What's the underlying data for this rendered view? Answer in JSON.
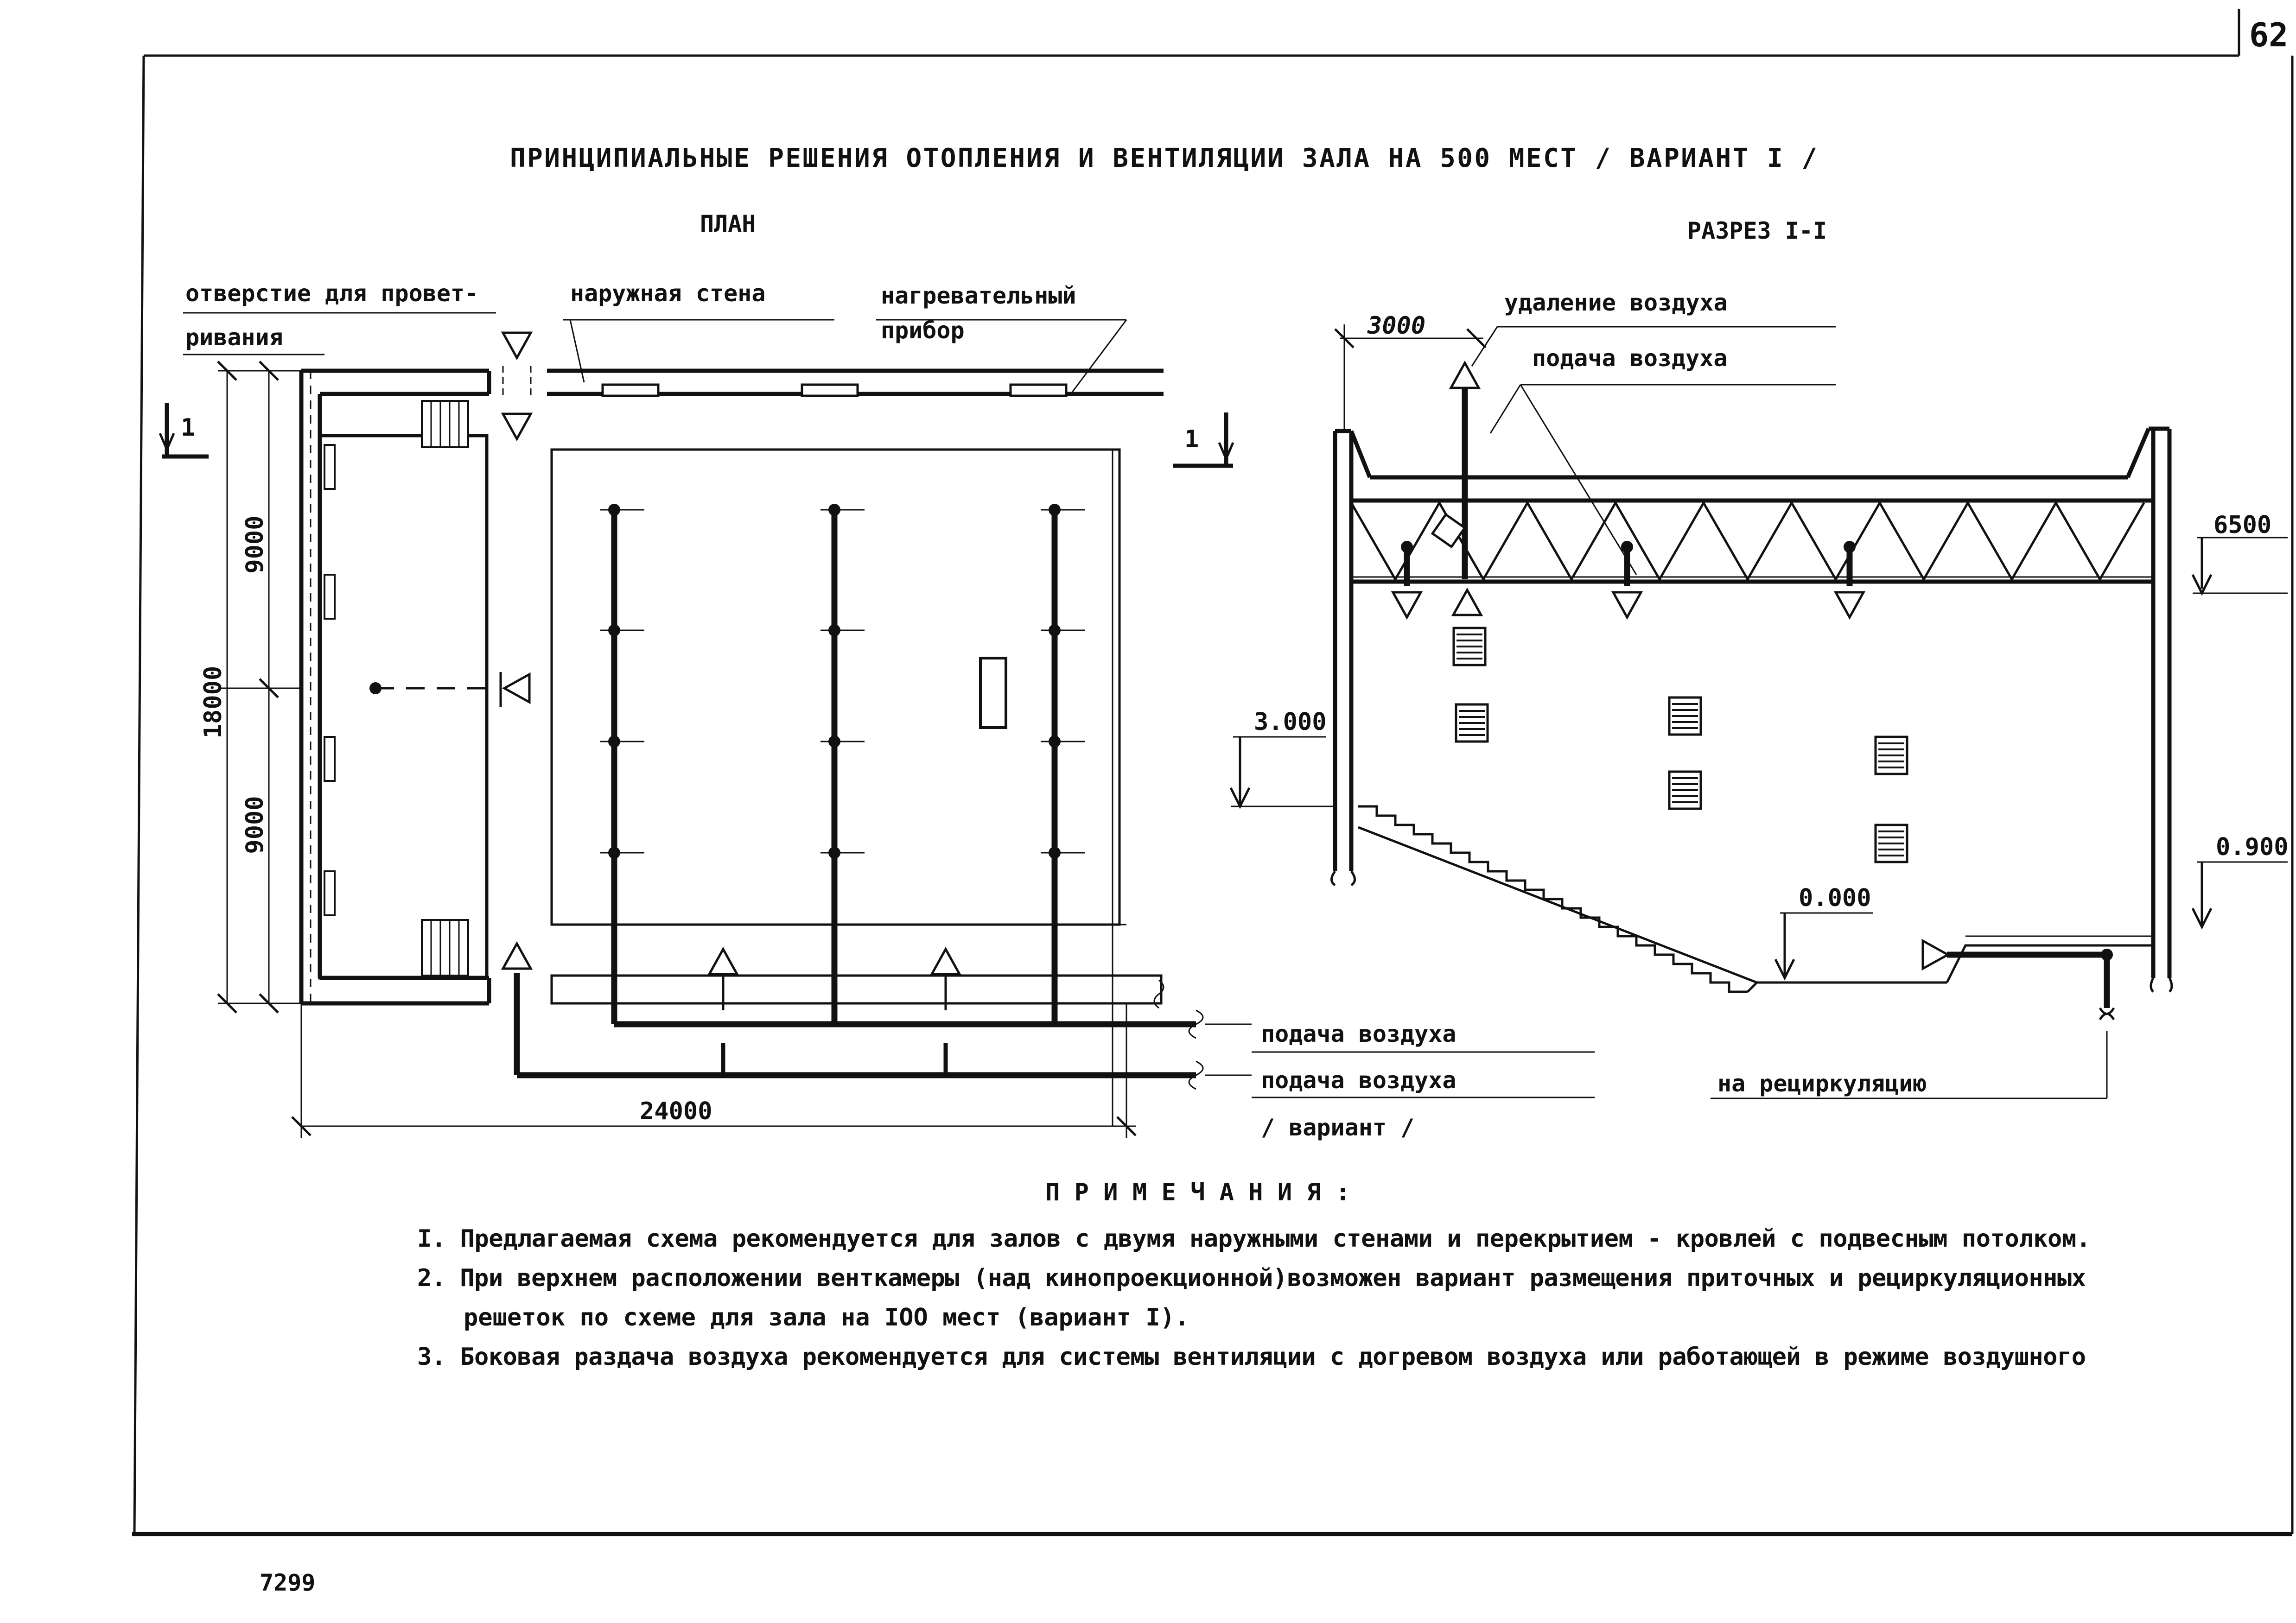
{
  "sheet": {
    "page_number": "62",
    "title": "ПРИНЦИПИАЛЬНЫЕ РЕШЕНИЯ ОТОПЛЕНИЯ И ВЕНТИЛЯЦИИ ЗАЛА НА 500 МЕСТ / ВАРИАНТ I /",
    "footer_mark": "7299"
  },
  "plan": {
    "heading": "ПЛАН",
    "labels": {
      "vent_opening_line1": "отверстие для провет-",
      "vent_opening_line2": "ривания",
      "outer_wall": "наружная стена",
      "heater_line1": "нагревательный",
      "heater_line2": "прибор",
      "supply_air_1": "подача воздуха",
      "supply_air_2": "подача воздуха",
      "variant": "/ вариант /",
      "recirculation": "на рециркуляцию"
    },
    "dimensions": {
      "upper_half": "9000",
      "lower_half": "9000",
      "total_height": "18000",
      "total_width": "24000"
    },
    "section_marks": {
      "left": "1",
      "right": "1"
    }
  },
  "section": {
    "heading": "РАЗРЕЗ I-I",
    "labels": {
      "exhaust_air": "удаление воздуха",
      "supply_air": "подача воздуха"
    },
    "dimensions": {
      "span": "3000",
      "level_ceiling": "6500",
      "level_mid": "3.000",
      "level_right": "0.900",
      "level_floor": "0.000"
    }
  },
  "notes": {
    "heading": "П Р И М Е Ч А Н И Я :",
    "items": [
      "I. Предлагаемая схема рекомендуется для залов с двумя наружными стенами и перекрытием - кровлей с подвесным потолком.",
      "2. При верхнем расположении венткамеры (над кинопроекционной)возможен вариант размещения приточных и рециркуляционных",
      "решеток по схеме для зала на IOO мест (вариант I).",
      "3. Боковая раздача воздуха рекомендуется для системы вентиляции с догревом воздуха или работающей в режиме воздушного"
    ]
  }
}
